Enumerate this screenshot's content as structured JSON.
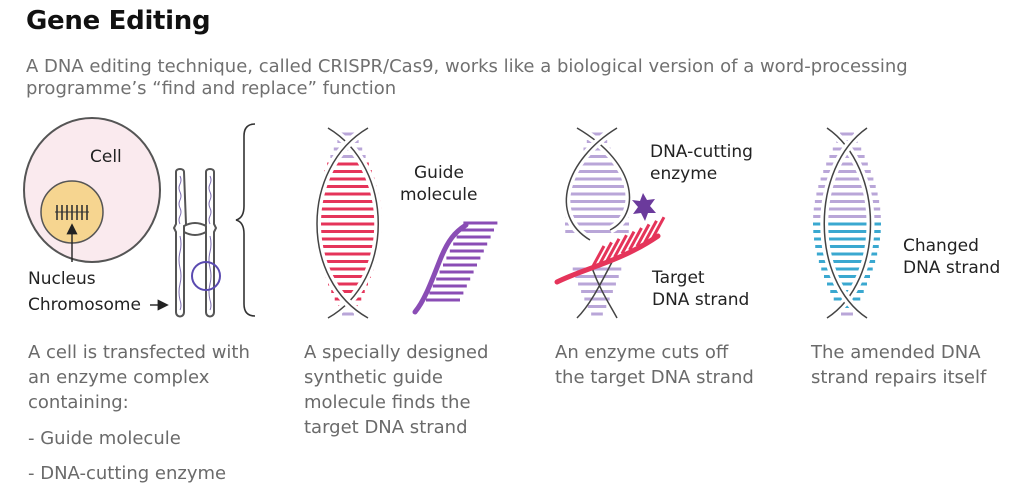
{
  "title": "Gene Editing",
  "subtitle": "A DNA editing technique, called CRISPR/Cas9, works like a biological version of a word-processing programme’s “find and replace” function",
  "colors": {
    "cell_fill": "#faeaee",
    "cell_stroke": "#555555",
    "nucleus_fill": "#f6d590",
    "rung_purple": "#b9a6d8",
    "rung_red": "#e5345a",
    "guide_purple": "#8a4db5",
    "enzyme_purple": "#6b3a9c",
    "changed_blue": "#3aa8d0",
    "backbone_stroke": "#444444"
  },
  "panel1": {
    "cell_label": "Cell",
    "nucleus_label": "Nucleus",
    "chromosome_label": "Chromosome",
    "caption": "A cell is transfected with an enzyme complex containing:",
    "list": [
      "- Guide molecule",
      "- DNA-cutting enzyme"
    ]
  },
  "panel2": {
    "guide_label_line1": "Guide",
    "guide_label_line2": "molecule",
    "caption": "A specially designed synthetic guide molecule finds the target DNA strand"
  },
  "panel3": {
    "enzyme_label_line1": "DNA-cutting",
    "enzyme_label_line2": "enzyme",
    "target_label_line1": "Target",
    "target_label_line2": "DNA strand",
    "caption": "An enzyme cuts off the target DNA strand"
  },
  "panel4": {
    "changed_label_line1": "Changed",
    "changed_label_line2": "DNA strand",
    "caption": "The amended DNA strand repairs itself"
  },
  "icons": [
    "cell-icon",
    "nucleus-icon",
    "chromosome-icon",
    "dna-helix-icon",
    "guide-molecule-icon",
    "enzyme-star-icon",
    "bracket-icon",
    "arrow-icon"
  ]
}
